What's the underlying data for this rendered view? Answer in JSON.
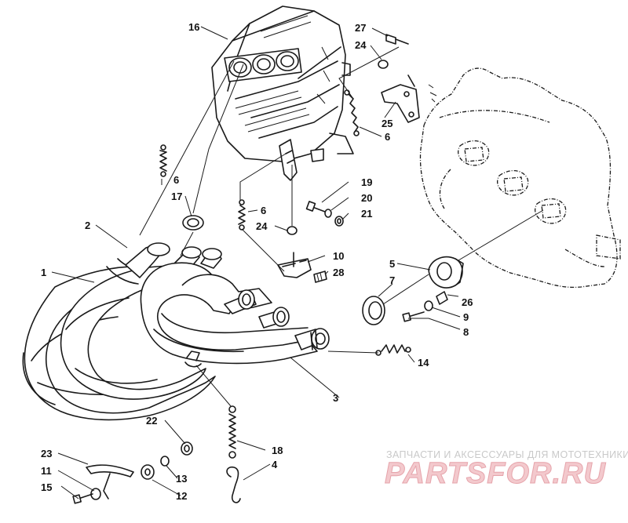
{
  "diagram": {
    "callouts": [
      {
        "id": "c1",
        "text": "1"
      },
      {
        "id": "c2",
        "text": "2"
      },
      {
        "id": "c3",
        "text": "3"
      },
      {
        "id": "c4",
        "text": "4"
      },
      {
        "id": "c5",
        "text": "5"
      },
      {
        "id": "c6a",
        "text": "6"
      },
      {
        "id": "c6b",
        "text": "6"
      },
      {
        "id": "c6c",
        "text": "6"
      },
      {
        "id": "c7",
        "text": "7"
      },
      {
        "id": "c8",
        "text": "8"
      },
      {
        "id": "c9",
        "text": "9"
      },
      {
        "id": "c10",
        "text": "10"
      },
      {
        "id": "c11",
        "text": "11"
      },
      {
        "id": "c12",
        "text": "12"
      },
      {
        "id": "c13",
        "text": "13"
      },
      {
        "id": "c14",
        "text": "14"
      },
      {
        "id": "c15",
        "text": "15"
      },
      {
        "id": "c16",
        "text": "16"
      },
      {
        "id": "c17",
        "text": "17"
      },
      {
        "id": "c18",
        "text": "18"
      },
      {
        "id": "c19",
        "text": "19"
      },
      {
        "id": "c20",
        "text": "20"
      },
      {
        "id": "c21",
        "text": "21"
      },
      {
        "id": "c22",
        "text": "22"
      },
      {
        "id": "c23",
        "text": "23"
      },
      {
        "id": "c24a",
        "text": "24"
      },
      {
        "id": "c24b",
        "text": "24"
      },
      {
        "id": "c25",
        "text": "25"
      },
      {
        "id": "c26",
        "text": "26"
      },
      {
        "id": "c27",
        "text": "27"
      },
      {
        "id": "c28",
        "text": "28"
      }
    ]
  },
  "watermark": {
    "subtitle": "ЗАПЧАСТИ И АКСЕССУАРЫ ДЛЯ МОТОТЕХНИКИ",
    "brand": "PARTSFOR.RU"
  },
  "colors": {
    "line": "#1a1a1a",
    "watermark_brand": "#f3c9cd",
    "watermark_text": "#c9c9c9"
  }
}
